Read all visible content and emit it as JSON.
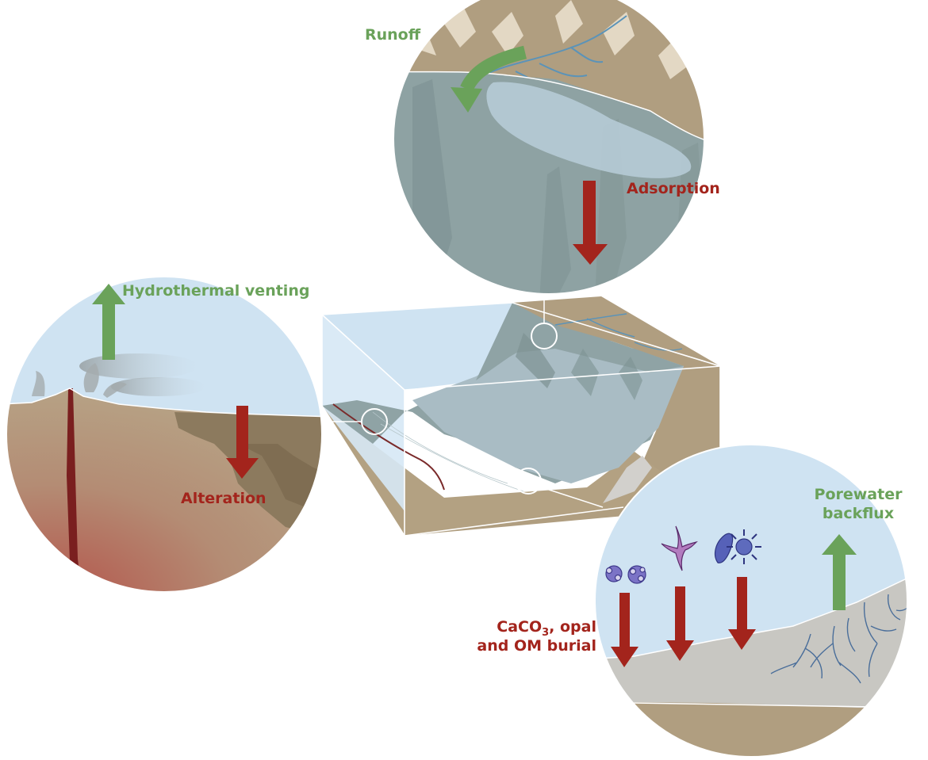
{
  "labels": {
    "runoff": "Runoff",
    "adsorption": "Adsorption",
    "hydrothermal": "Hydrothermal venting",
    "alteration": "Alteration",
    "porewater_1": "Porewater",
    "porewater_2": "backflux",
    "burial_1_pre": "CaCO",
    "burial_1_sub": "3",
    "burial_1_post": ", opal",
    "burial_2": "and OM burial"
  },
  "colors": {
    "source_green": "#6aa25a",
    "sink_red": "#a3241c",
    "sky": "#cfe3f2",
    "sea": "#94a7a7",
    "land": "#b09e80",
    "sediment": "#c8c7c2"
  },
  "icons": [
    "mountain-icon",
    "river-icon",
    "smoker-icon",
    "plankton-icon",
    "radiolarian-icon",
    "diatom-icon",
    "coccolith-icon"
  ]
}
